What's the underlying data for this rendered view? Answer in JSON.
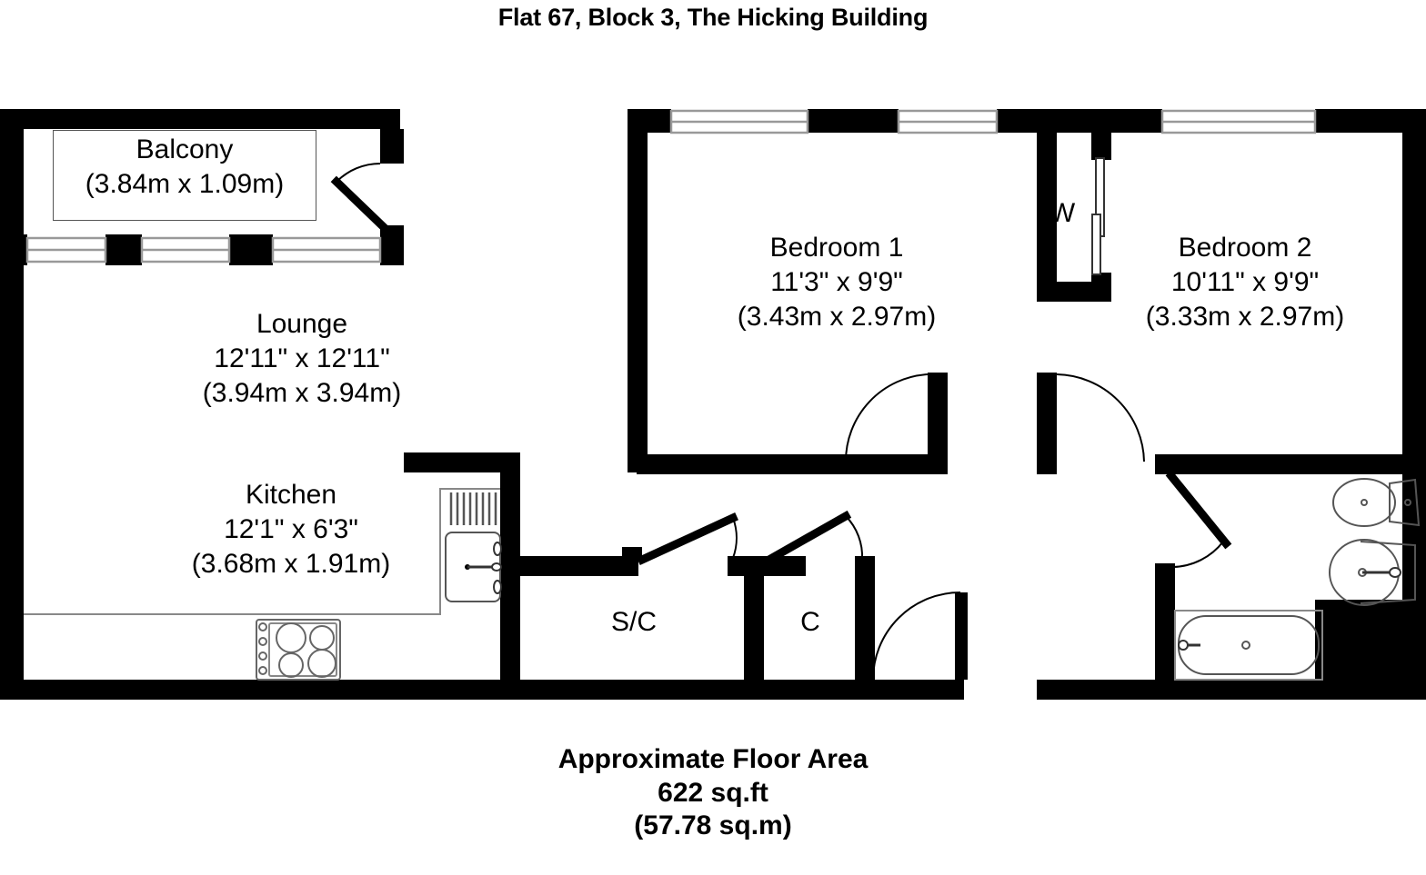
{
  "title": "Flat 67, Block 3, The Hicking Building",
  "floor_area": {
    "heading": "Approximate Floor Area",
    "imperial": "622 sq.ft",
    "metric": "(57.78 sq.m)"
  },
  "rooms": [
    {
      "id": "balcony",
      "name": "Balcony",
      "imperial": "",
      "metric": "(3.84m x 1.09m)"
    },
    {
      "id": "lounge",
      "name": "Lounge",
      "imperial": "12'11\" x 12'11\"",
      "metric": "(3.94m x 3.94m)"
    },
    {
      "id": "kitchen",
      "name": "Kitchen",
      "imperial": "12'1\" x 6'3\"",
      "metric": "(3.68m x 1.91m)"
    },
    {
      "id": "bedroom1",
      "name": "Bedroom 1",
      "imperial": "11'3\" x 9'9\"",
      "metric": "(3.43m x 2.97m)"
    },
    {
      "id": "bedroom2",
      "name": "Bedroom 2",
      "imperial": "10'11\" x 9'9\"",
      "metric": "(3.33m x 2.97m)"
    }
  ],
  "tags": [
    {
      "id": "wardrobe",
      "label": "W"
    },
    {
      "id": "storage-cupboard",
      "label": "S/C"
    },
    {
      "id": "cupboard",
      "label": "C"
    }
  ],
  "colors": {
    "wall": "#000000",
    "background": "#ffffff",
    "fixture_stroke": "#333333",
    "window_stroke": "#999999",
    "door_arc": "#000000"
  }
}
